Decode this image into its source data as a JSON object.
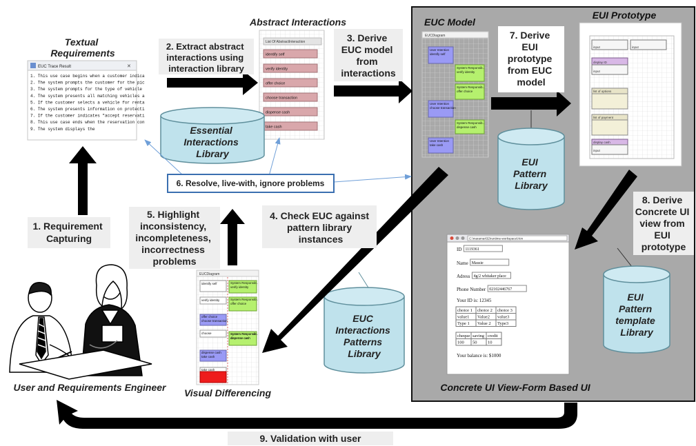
{
  "sections": {
    "textual_requirements": [
      "Textual",
      "Requirements"
    ],
    "abstract_interactions": "Abstract Interactions",
    "euc_model": "EUC Model",
    "eui_prototype": "EUI Prototype",
    "concrete_ui": "Concrete UI View-Form Based UI",
    "visual_differencing": "Visual Differencing",
    "user_engineer": "User and Requirements Engineer"
  },
  "steps": {
    "s1": [
      "1. Requirement",
      "Capturing"
    ],
    "s2": [
      "2. Extract abstract",
      "interactions using",
      "interaction library"
    ],
    "s3": [
      "3. Derive",
      "EUC model",
      "from",
      "interactions"
    ],
    "s4": [
      "4. Check EUC against",
      "pattern library",
      "instances"
    ],
    "s5": [
      "5. Highlight",
      "inconsistency,",
      "incompleteness,",
      "incorrectness",
      "problems"
    ],
    "s6": "6. Resolve, live-with, ignore problems",
    "s7": [
      "7. Derive",
      "EUI",
      "prototype",
      "from EUC",
      "model"
    ],
    "s8": [
      "8. Derive",
      "Concrete UI",
      "view from",
      "EUI",
      "prototype"
    ],
    "s9": "9. Validation with user"
  },
  "libraries": {
    "essential": [
      "Essential",
      "Interactions",
      "Library"
    ],
    "eui_pattern": [
      "EUI",
      "Pattern",
      "Library"
    ],
    "eui_template": [
      "EUI",
      "Pattern",
      "template",
      "Library"
    ],
    "euc_patterns": [
      "EUC",
      "Interactions",
      "Patterns",
      "Library"
    ]
  },
  "trace": {
    "title": "EUC Trace Result",
    "lines": [
      "1.  This use case begins when a customer indica",
      "2.  The system prompts the customer for the pic",
      "3.  The system prompts for the type of vehicle",
      "4.  The system presents all matching vehicles a",
      "5.  If the customer selects a vehicle for renta",
      "6.  The system presents information on protecti",
      "7.  If the customer indicates \"accept reservati",
      "8.  This use case ends when the reservation con",
      "9.  The system displays the"
    ]
  },
  "abstract_panel": {
    "header": "List Of AbstractInteraction",
    "items": [
      "identify self",
      "verify identity",
      "offer choice",
      "choose transaction",
      "dispense cash",
      "take cash"
    ]
  },
  "euc_panel": {
    "title": "EUCDiagram",
    "user": [
      "User Intention\nidentify self",
      "User Intention\nchoose transaction",
      "User Intention\ntake cash"
    ],
    "system": [
      "System Responsib..\nverify identity",
      "System Responsib..\noffer choice",
      "System Responsib..\ndispense cash"
    ]
  },
  "visual_diff": {
    "title": "EUCDiagram",
    "rows": [
      [
        "identify self",
        "System Responsib..\nverify identity"
      ],
      [
        "verify identity",
        "System Responsib..\noffer choice"
      ],
      [
        "offer choice\nchoose transaction",
        ""
      ],
      [
        "choose",
        "System Responsib..\ndispense cash"
      ],
      [
        "dispense cash\ntake cash",
        "System Responsib..\ndispense cash"
      ],
      [
        "take cash",
        ""
      ]
    ]
  },
  "eui_proto": {
    "inputs": [
      "input",
      "input",
      "input",
      "input"
    ],
    "labels": [
      "display ID",
      "list of options",
      "list of payment",
      "display cash"
    ]
  },
  "concrete": {
    "address_bar": "C:\\marama432\\runtime-workspace\\Atm",
    "fields": [
      {
        "label": "ID",
        "value": "1119361"
      },
      {
        "label": "Name",
        "value": "Massie"
      },
      {
        "label": "Adress",
        "value": "4g/2 whitaker place"
      },
      {
        "label": "Phone Number",
        "value": "02102446767"
      }
    ],
    "your_id": "Your ID is: 12345",
    "table1": [
      [
        "choice 1",
        "choice 2",
        "choice 3"
      ],
      [
        "value1",
        "Value2",
        "value3"
      ],
      [
        "Type 1",
        "Value 2",
        "Type3"
      ]
    ],
    "table2": [
      [
        "cheque",
        "saving",
        "credit"
      ],
      [
        "100",
        "50",
        "10"
      ]
    ],
    "balance": "Your balance is: $1000"
  },
  "colors": {
    "gray_panel": "#a9a9a9",
    "cylinder_fill": "#bfe2ec",
    "cylinder_stroke": "#5f8f9c",
    "user_box": "#9a9af5",
    "system_box": "#b5f06e",
    "red_box": "#ee1c1c",
    "abstract_item": "#d9a7ab"
  }
}
